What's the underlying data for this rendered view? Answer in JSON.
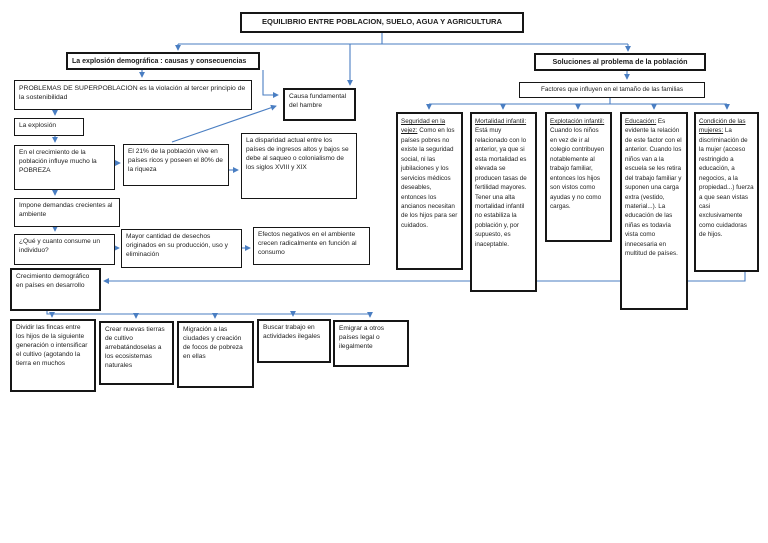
{
  "title": "EQUILIBRIO ENTRE POBLACION, SUELO, AGUA Y AGRICULTURA",
  "left": {
    "header": "La explosión demográfica : causas y consecuencias",
    "nodes": {
      "superpoblacion": "PROBLEMAS DE SUPERPOBLACION es la violación al tercer principio de la sostenibilidad",
      "causa_hambre": "Causa fundamental del hambre",
      "la_explosion": "La explosión",
      "crecimiento_pobreza": "En el crecimiento de la población influye mucho la POBREZA",
      "poblacion_21": "El 21% de la población vive en países ricos y poseen el 80% de la riqueza",
      "disparidad": "La disparidad actual entre los países de ingresos altos y bajos se debe al saqueo o colonialismo de los siglos XVIII y XIX",
      "demandas": "Impone demandas crecientes al ambiente",
      "consume": "¿Qué y cuanto consume un individuo?",
      "desechos": "Mayor cantidad de desechos originados en su producción, uso y eliminación",
      "efectos": "Efectos negativos en el ambiente crecen radicalmente en función al consumo",
      "crecimiento_paises": "Crecimiento demográfico en países en desarrollo",
      "dividir": "Dividir las fincas entre los hijos de la siguiente generación o intensificar el cultivo (agotando la tierra en muchos",
      "crear": "Crear nuevas tierras de cultivo arrebatándoselas a los ecosistemas naturales",
      "migracion": "Migración a las ciudades y creación de focos de pobreza en ellas",
      "buscar": "Buscar trabajo en actividades ilegales",
      "emigrar": "Emigrar a otros países legal o ilegalmente"
    }
  },
  "right": {
    "header": "Soluciones al problema de la población",
    "subheader": "Factores que influyen en el tamaño de las familias",
    "factors": [
      {
        "title": "Seguridad en la vejez:",
        "body": "Como en los países pobres no existe la seguridad social, ni las jubilaciones y los servicios médicos deseables, entonces los ancianos necesitan de los hijos para ser cuidados."
      },
      {
        "title": "Mortalidad infantil:",
        "body": "Está muy relacionado con lo anterior, ya que si esta mortalidad es elevada se producen tasas de fertilidad mayores. Tener una alta mortalidad infantil no estabiliza la población y, por supuesto, es inaceptable."
      },
      {
        "title": "Explotación infantil:",
        "body": "Cuando los niños en vez de ir al colegio contribuyen notablemente al trabajo familiar, entonces los hijos son vistos como ayudas y no como cargas."
      },
      {
        "title": "Educación:",
        "body": "Es evidente la relación de este factor con el anterior. Cuando los niños van a la escuela se les retira del trabajo familiar y suponen una carga extra (vestido, material...). La educación de las niñas es todavía vista como innecesaria en multitud de países."
      },
      {
        "title": "Condición de las mujeres:",
        "body": "La discriminación de la mujer (acceso restringido a educación, a negocios, a la propiedad...) fuerza a que sean vistas casi exclusivamente como cuidadoras de hijos."
      }
    ]
  },
  "colors": {
    "connector": "#4a7ec2",
    "box_border": "#161616",
    "background": "#ffffff"
  }
}
